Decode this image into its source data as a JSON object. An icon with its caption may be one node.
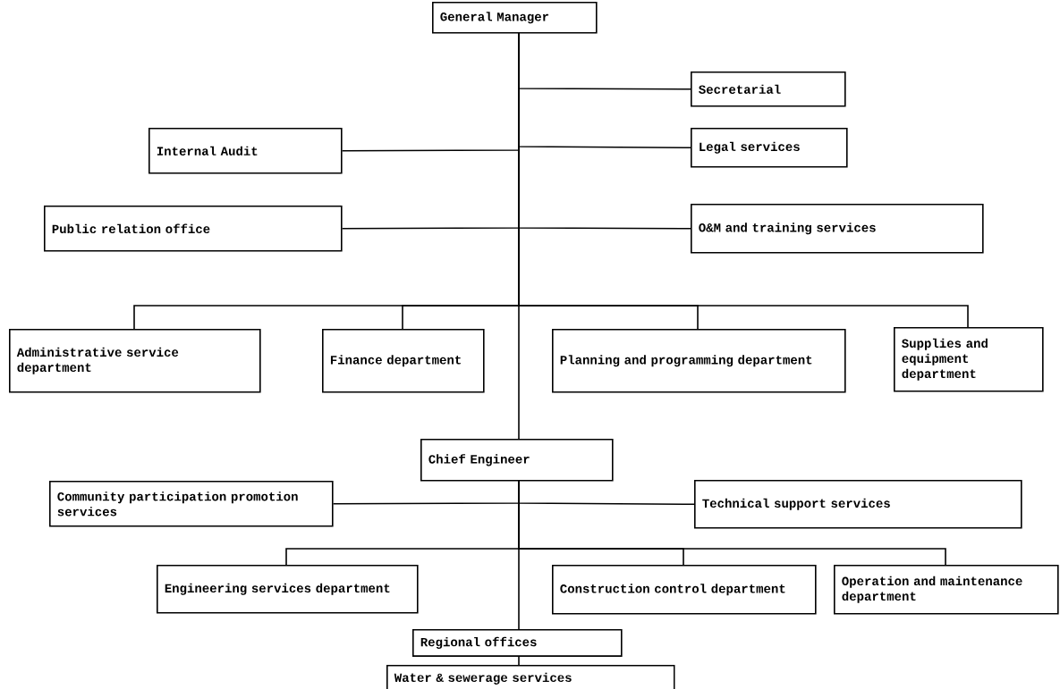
{
  "diagram": {
    "nodes": [
      {
        "text": [
          "General Manager"
        ]
      },
      {
        "text": [
          "Secretarial"
        ]
      },
      {
        "text": [
          "Internal Audit"
        ]
      },
      {
        "text": [
          "Legal services"
        ]
      },
      {
        "text": [
          "Public relation office"
        ]
      },
      {
        "text": [
          "O&M and training services"
        ]
      },
      {
        "text": [
          "Administrative service department"
        ]
      },
      {
        "text": [
          "Finance department"
        ]
      },
      {
        "text": [
          "Planning and programming department"
        ]
      },
      {
        "text": [
          "Supplies and equipment department"
        ]
      },
      {
        "text": [
          "Chief Engineer"
        ]
      },
      {
        "text": [
          "Community participation promotion services"
        ]
      },
      {
        "text": [
          "Technical support services"
        ]
      },
      {
        "text": [
          "Engineering services department"
        ]
      },
      {
        "text": [
          "Construction control department"
        ]
      },
      {
        "text": [
          "Operation and maintenance department"
        ]
      },
      {
        "text": [
          "Regional offices"
        ]
      },
      {
        "text": [
          "Water & sewerage services"
        ]
      }
    ],
    "edges": [
      {
        "from": 0,
        "to": 1,
        "arrow": "none"
      },
      {
        "from": 0,
        "to": 2,
        "arrow": "none"
      },
      {
        "from": 0,
        "to": 3,
        "arrow": "none"
      },
      {
        "from": 0,
        "to": 4,
        "arrow": "none"
      },
      {
        "from": 0,
        "to": 5,
        "arrow": "none"
      },
      {
        "from": 0,
        "to": 6,
        "arrow": "none"
      },
      {
        "from": 0,
        "to": 7,
        "arrow": "none"
      },
      {
        "from": 0,
        "to": 8,
        "arrow": "none"
      },
      {
        "from": 0,
        "to": 9,
        "arrow": "none"
      },
      {
        "from": 0,
        "to": 10,
        "arrow": "none"
      },
      {
        "from": 10,
        "to": 11,
        "arrow": "none"
      },
      {
        "from": 10,
        "to": 12,
        "arrow": "none"
      },
      {
        "from": 10,
        "to": 13,
        "arrow": "none"
      },
      {
        "from": 10,
        "to": 14,
        "arrow": "none"
      },
      {
        "from": 10,
        "to": 15,
        "arrow": "none"
      },
      {
        "from": 10,
        "to": 16,
        "arrow": "none"
      },
      {
        "from": 16,
        "to": 17,
        "arrow": "none"
      }
    ]
  }
}
